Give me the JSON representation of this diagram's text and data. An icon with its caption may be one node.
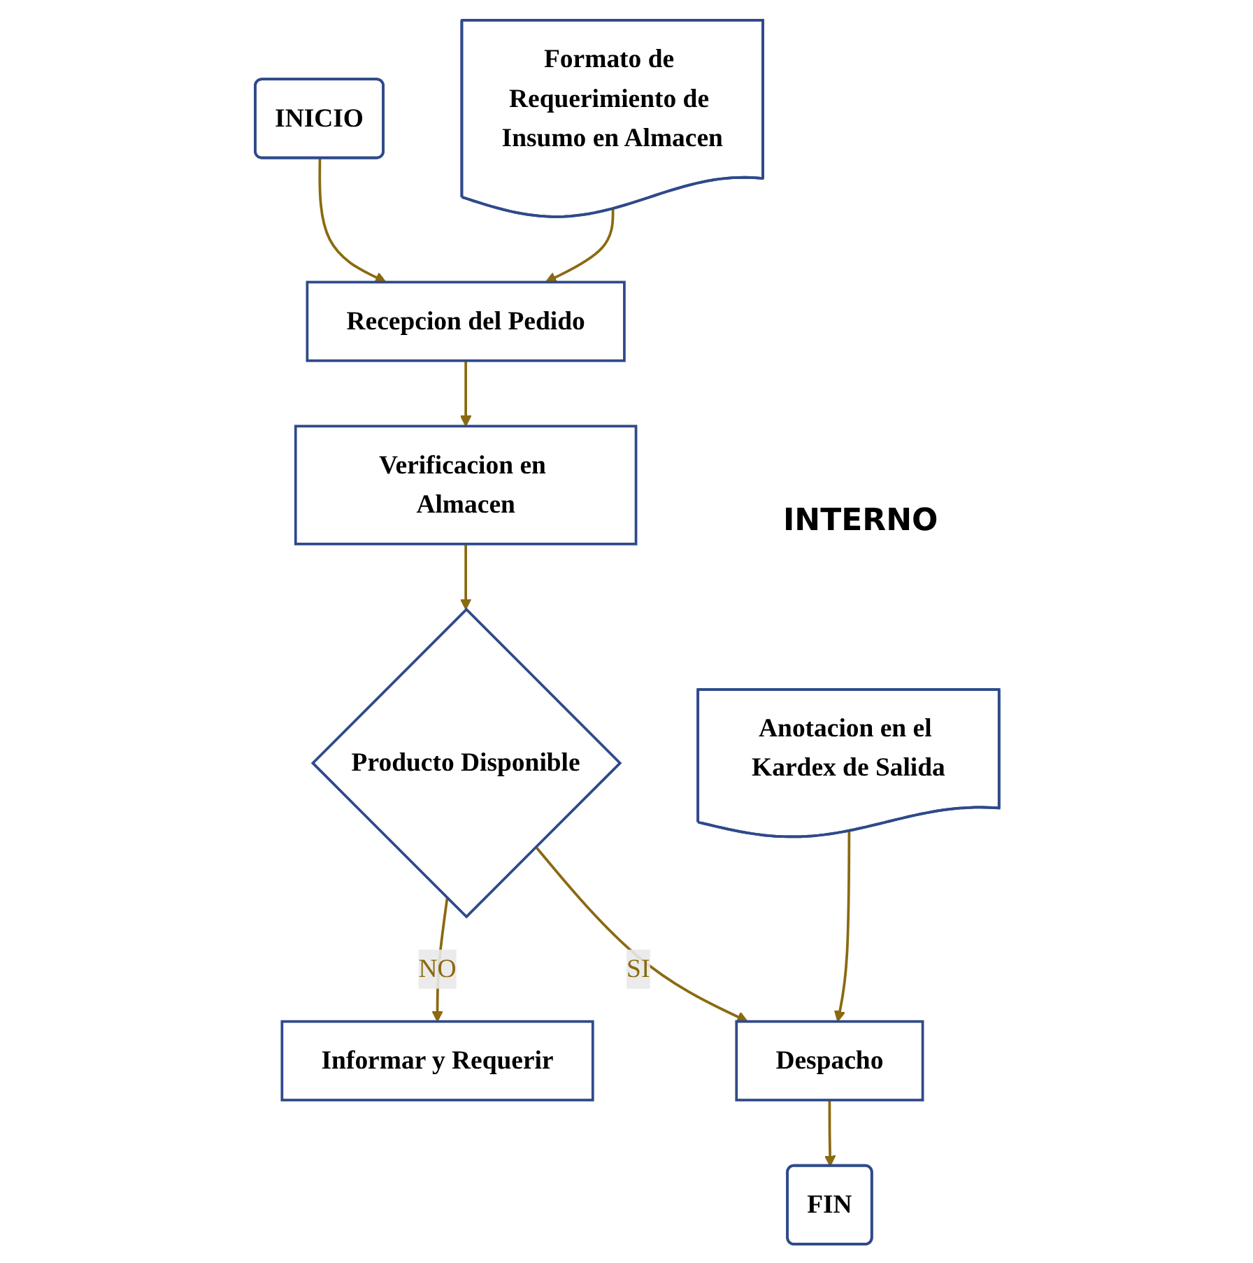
{
  "diagram": {
    "nodes": [
      {
        "text": [
          "INICIO"
        ]
      },
      {
        "text": [
          "Recepcion del Pedido"
        ]
      },
      {
        "text": [
          "Formato de Requerimiento de Insumo en Almacen"
        ]
      },
      {
        "text": [
          "Verificacion en Almacen"
        ]
      },
      {
        "text": [
          "Producto Disponible"
        ]
      },
      {
        "text": [
          "Informar y Requerir"
        ]
      },
      {
        "text": [
          "Despacho"
        ]
      },
      {
        "text": [
          "Anotacion en el Kardex de Salida"
        ]
      },
      {
        "text": [
          "FIN"
        ]
      }
    ],
    "edges": [
      {
        "from": 0,
        "to": 1,
        "arrow": "to"
      },
      {
        "from": 2,
        "to": 1,
        "arrow": "to"
      },
      {
        "from": 1,
        "to": 3,
        "arrow": "to"
      },
      {
        "from": 3,
        "to": 4,
        "arrow": "to"
      },
      {
        "from": 4,
        "to": 5,
        "arrow": "to",
        "label": "NO"
      },
      {
        "from": 4,
        "to": 6,
        "arrow": "to",
        "label": "SI"
      },
      {
        "from": 7,
        "to": 6,
        "arrow": "to"
      },
      {
        "from": 6,
        "to": 8,
        "arrow": "to"
      }
    ],
    "labels": [
      "INTERNO"
    ]
  }
}
